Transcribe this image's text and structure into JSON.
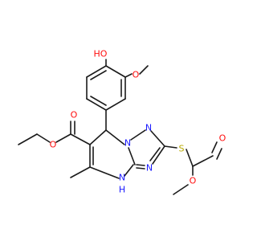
{
  "colors": {
    "bond": "#1a1a1a",
    "carbon": "#1a1a1a",
    "oxygen": "#ff0d0d",
    "nitrogen": "#1a1aff",
    "sulfur": "#b8a800"
  },
  "atoms": {
    "ho": "HO",
    "o_methoxy": "O",
    "o_carbonyl": "O",
    "o_ester": "O",
    "n1": "N",
    "n2": "N",
    "n3": "N",
    "nh": "N",
    "h": "H",
    "s": "S",
    "o_acid": "O",
    "o_acid_ester": "O"
  }
}
